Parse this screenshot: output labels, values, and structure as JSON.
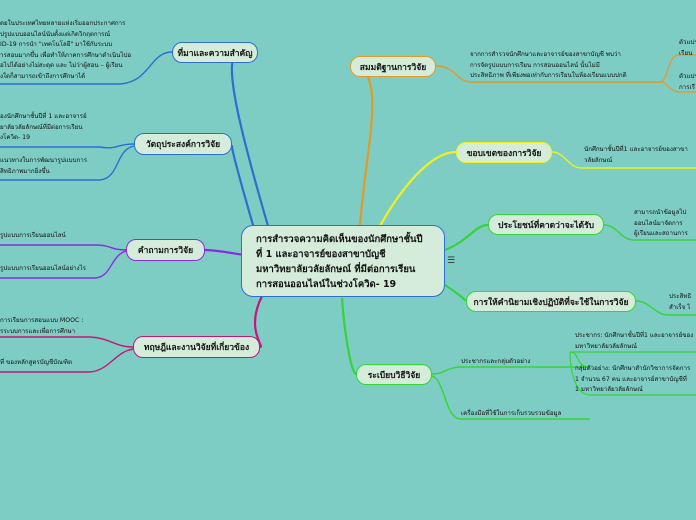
{
  "central_topic": "การสำรวจความคิดเห็นของนักศึกษาชั้นปี\nที่ 1 และอาจารย์ของสาขาบัญชี\nมหาวิทยาลัยวลัยลักษณ์ ที่มีต่อการเรียน\nการสอนออนไลน์ในช่วงโควิด- 19",
  "colors": {
    "background": "#7ecdc4",
    "blue": "#2c6fd0",
    "purple": "#8a2be2",
    "magenta": "#c21878",
    "orange": "#e09a2a",
    "yellow": "#f0f020",
    "green": "#36d436"
  },
  "left_topics": {
    "background": {
      "label": "ที่มาและความสำคัญ",
      "notes": [
        "ดยในประเทศไทยหลายแห่งเริ่มออกประกาศการ\nปรูปแบบออนไลน์นับตั้งแต่เกิดวิกฤตการณ์\nID-19 การนำ \"เทคโนโลยี\" มาใช้กับระบบ\nารสอนมากขึ้น เพื่อทำให้ภาคการศึกษาดำเนินไปอ\nอไปได้อย่างไม่สะดุด และ ไม่ว่าผู้สอน – ผู้เรียน\nงใดก็สามารถเข้าถึงการศึกษาได้"
      ]
    },
    "objectives": {
      "label": "วัตถุประสงค์การวิจัย",
      "notes": [
        "องนักศึกษาชั้นปีที่ 1 และอาจารย์\nยาลัยวลัยลักษณ์ที่มีต่อการเรียน\nงโควิด- 19",
        "แนวทางในการพัฒนารูปแบบการ\nสิทธิภาพมากยิ่งขึ้น"
      ]
    },
    "questions": {
      "label": "คำถามการวิจัย",
      "notes": [
        "รูปแบบการเรียนออนไลน์",
        "รูปแบบการเรียนออนไลน์อย่างไร"
      ]
    },
    "theory": {
      "label": "ทฤษฎีและงานวิจัยที่เกี่ยวข้อง",
      "notes": [
        "การเรียนการสอนแบบ MOOC :\nรระบบการและเพื่อการศึกษา",
        "ที่ ของหลักสูตรบัญชีบัณฑิต"
      ]
    }
  },
  "right_topics": {
    "hypothesis": {
      "label": "สมมติฐานการวิจัย",
      "note": "จากการสำรวจนักศึกษาและอาจารย์ของสาขาบัญชี พบว่า\nการจัดรูปแบบการเรียน การสอนออนไลน์ นั้นไม่มี\nประสิทธิภาพ ที่เพียงพอเท่ากับการเรียนในห้องเรียนแบบปกติ",
      "subnotes": [
        "ตัวแปร\nเรียน",
        "ตัวแปร\nการเรี"
      ]
    },
    "scope": {
      "label": "ขอบเขตของการวิจัย",
      "note": "นักศึกษาชั้นปีที่1 และอาจารย์ของสาขา\nวลัยลักษณ์"
    },
    "benefits": {
      "label": "ประโยชน์ที่คาดว่าจะได้รับ",
      "note": "สามารถนำข้อมูลไป\nออนไลน์มาจัดการ\nผู้เรียนและสถานการ"
    },
    "definitions": {
      "label": "การให้คำนิยามเชิงปฏิบัติที่จะใช้ในการวิจัย",
      "note": "ประสิทธิ\nสำเร็จ ไ"
    },
    "methodology": {
      "label": "ระเบียบวิธีวิจัย",
      "branches": [
        {
          "label": "ประชากรและกลุ่มตัวอย่าง",
          "items": [
            "ประชากร: นักศึกษาชั้นปีที่1 และอาจารย์ของ\nมหาวิทยาลัยวลัยลักษณ์",
            "กลุ่มตัวอย่าง: นักศึกษาสำนักวิชาการจัดการ\n1 จำนวน 67 คน และอาจารย์สาขาบัญชีที่\n1 มหาวิทยาลัยวลัยลักษณ์"
          ]
        },
        {
          "label": "เครื่องมือที่ใช้ในการเก็บรวบรวมข้อมูล",
          "items": []
        }
      ]
    }
  }
}
